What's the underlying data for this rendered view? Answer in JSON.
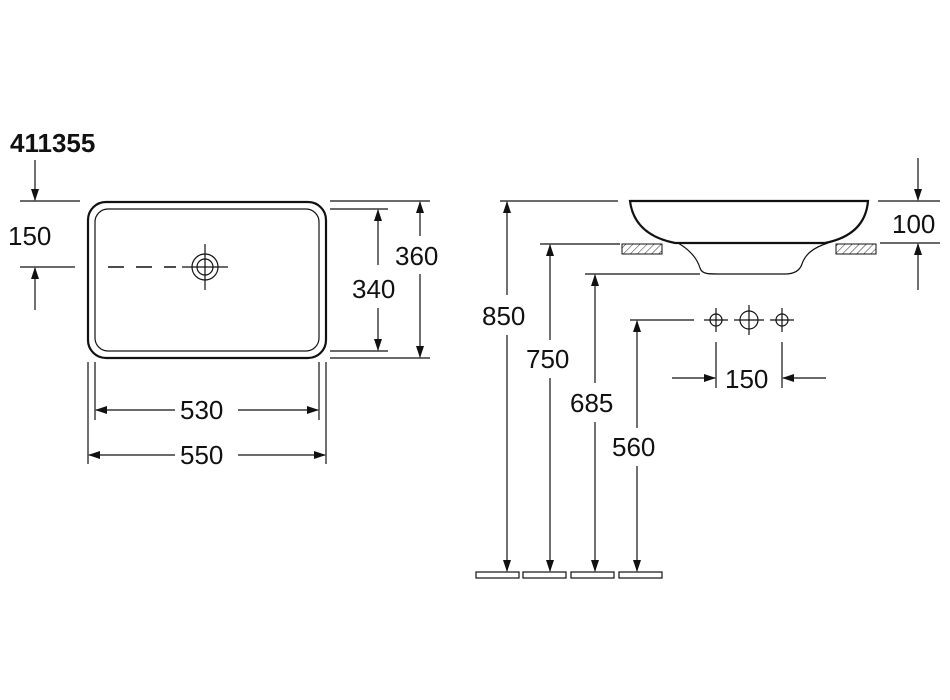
{
  "product_code": "411355",
  "plan_view": {
    "drain_offset": "150",
    "inner_width": "530",
    "outer_width": "550",
    "inner_depth": "340",
    "outer_depth": "360"
  },
  "side_view": {
    "bowl_height": "100",
    "height_top": "850",
    "height_counter": "750",
    "height_waste": "685",
    "height_tap": "560",
    "tap_spacing": "150"
  }
}
